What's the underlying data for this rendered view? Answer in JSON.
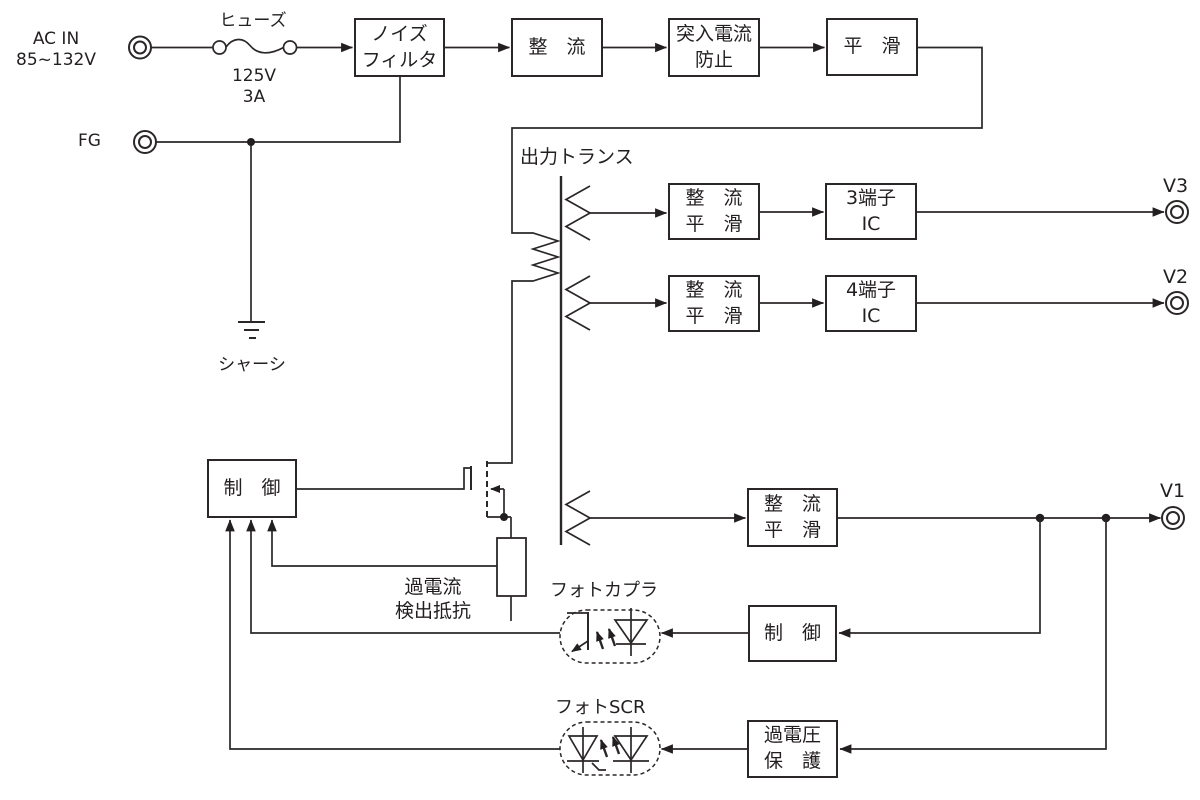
{
  "colors": {
    "line": "#2b2727",
    "text": "#231f20",
    "bg": "#ffffff"
  },
  "labels": {
    "ac_in": "AC IN\n85~132V",
    "fg": "FG",
    "fuse": "ヒューズ",
    "fuse_rating": "125V\n3A",
    "chassis": "シャーシ",
    "output_transformer": "出力トランス",
    "overcurrent_resistor": "過電流\n検出抵抗",
    "photocoupler": "フォトカプラ",
    "photo_scr": "フォトSCR",
    "v1": "V1",
    "v2": "V2",
    "v3": "V3"
  },
  "blocks": {
    "noise_filter": "ノイズ\nフィルタ",
    "rectifier": "整　流",
    "inrush_prevention": "突入電流\n防止",
    "smoothing": "平　滑",
    "rect_smooth_v3": "整　流\n平　滑",
    "three_terminal_ic": "3端子\nIC",
    "rect_smooth_v2": "整　流\n平　滑",
    "four_terminal_ic": "4端子\nIC",
    "rect_smooth_v1": "整　流\n平　滑",
    "control_secondary": "制　御",
    "overvoltage_protection": "過電圧\n保　護",
    "control_primary": "制　御"
  }
}
